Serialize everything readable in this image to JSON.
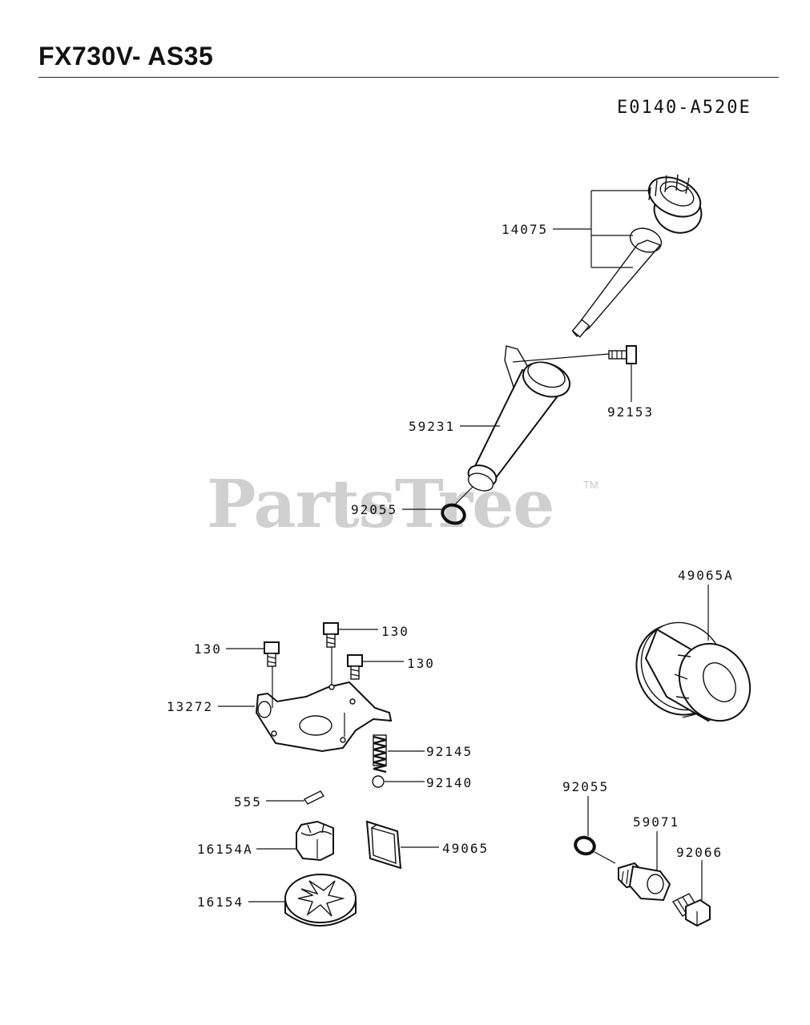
{
  "header": {
    "title": "FX730V- AS35",
    "diagram_code": "E0140-A520E"
  },
  "watermark": {
    "brand": "PartsTree",
    "tm": "TM"
  },
  "parts": {
    "p14075": "14075",
    "p92153": "92153",
    "p59231": "59231",
    "p92055_top": "92055",
    "p49065A": "49065A",
    "p130_a": "130",
    "p130_b": "130",
    "p130_c": "130",
    "p13272": "13272",
    "p92145": "92145",
    "p92140": "92140",
    "p555": "555",
    "p16154A": "16154A",
    "p49065": "49065",
    "p16154": "16154",
    "p92055_bottom": "92055",
    "p59071": "59071",
    "p92066": "92066"
  }
}
